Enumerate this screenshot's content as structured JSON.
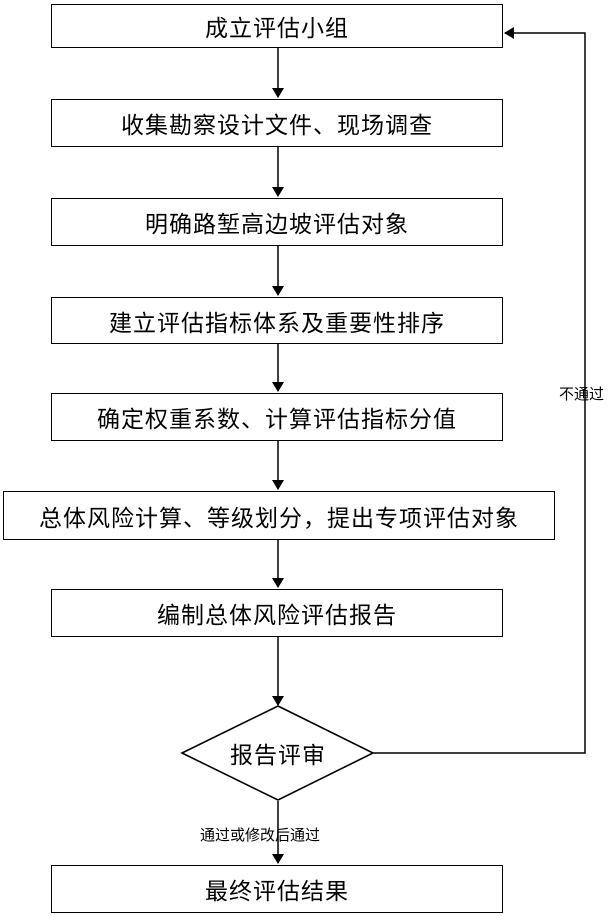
{
  "steps": {
    "s1": "成立评估小组",
    "s2": "收集勘察设计文件、现场调查",
    "s3": "明确路堑高边坡评估对象",
    "s4": "建立评估指标体系及重要性排序",
    "s5": "确定权重系数、计算评估指标分值",
    "s6": "总体风险计算、等级划分，提出专项评估对象",
    "s7": "编制总体风险评估报告",
    "decision": "报告评审",
    "final": "最终评估结果"
  },
  "edges": {
    "fail": "不通过",
    "pass": "通过或修改后通过"
  }
}
